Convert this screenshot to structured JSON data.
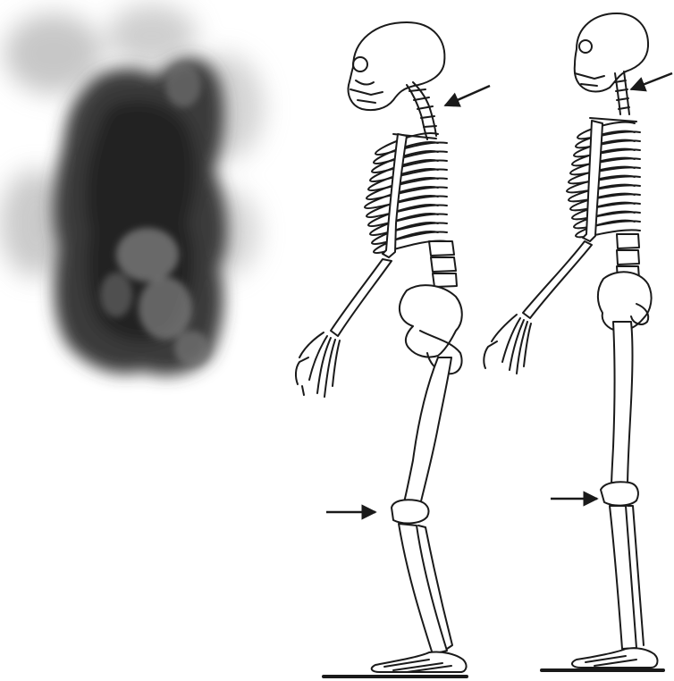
{
  "figure": {
    "panels": [
      {
        "id": "scintigram",
        "kind": "grayscale-photo"
      },
      {
        "id": "skeleton-stooped",
        "kind": "line-drawing"
      },
      {
        "id": "skeleton-upright",
        "kind": "line-drawing"
      }
    ],
    "arrows": [
      {
        "target": "neck",
        "panel": "skeleton-stooped"
      },
      {
        "target": "knee",
        "panel": "skeleton-stooped"
      },
      {
        "target": "neck",
        "panel": "skeleton-upright"
      },
      {
        "target": "knee",
        "panel": "skeleton-upright"
      }
    ],
    "colors": {
      "background": "#ffffff",
      "ink": "#1a1a1a",
      "scan_dark": "#2b2b2b",
      "scan_mid": "#6e6e6e",
      "scan_light": "#bdbdbd"
    }
  }
}
